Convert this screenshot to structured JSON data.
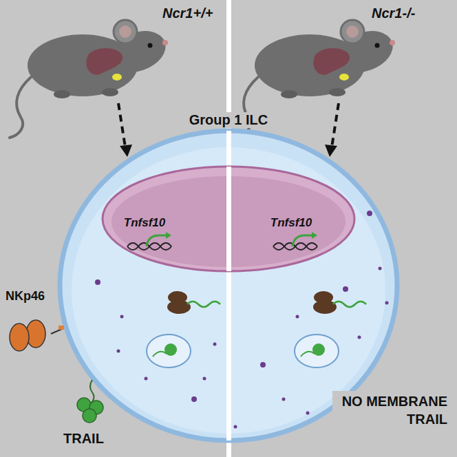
{
  "diagram": {
    "title": "Group 1 ILC",
    "nodes": [
      {
        "text": [
          "Group 1 ILC"
        ]
      },
      {
        "text": [
          "Tnfsf10",
          "Tnfsf10"
        ],
        "in": 0
      }
    ],
    "labels": [
      "Ncr1+/+",
      "Ncr1-/-",
      "NKp46",
      "TRAIL",
      "NO MEMBRANE TRAIL"
    ]
  }
}
